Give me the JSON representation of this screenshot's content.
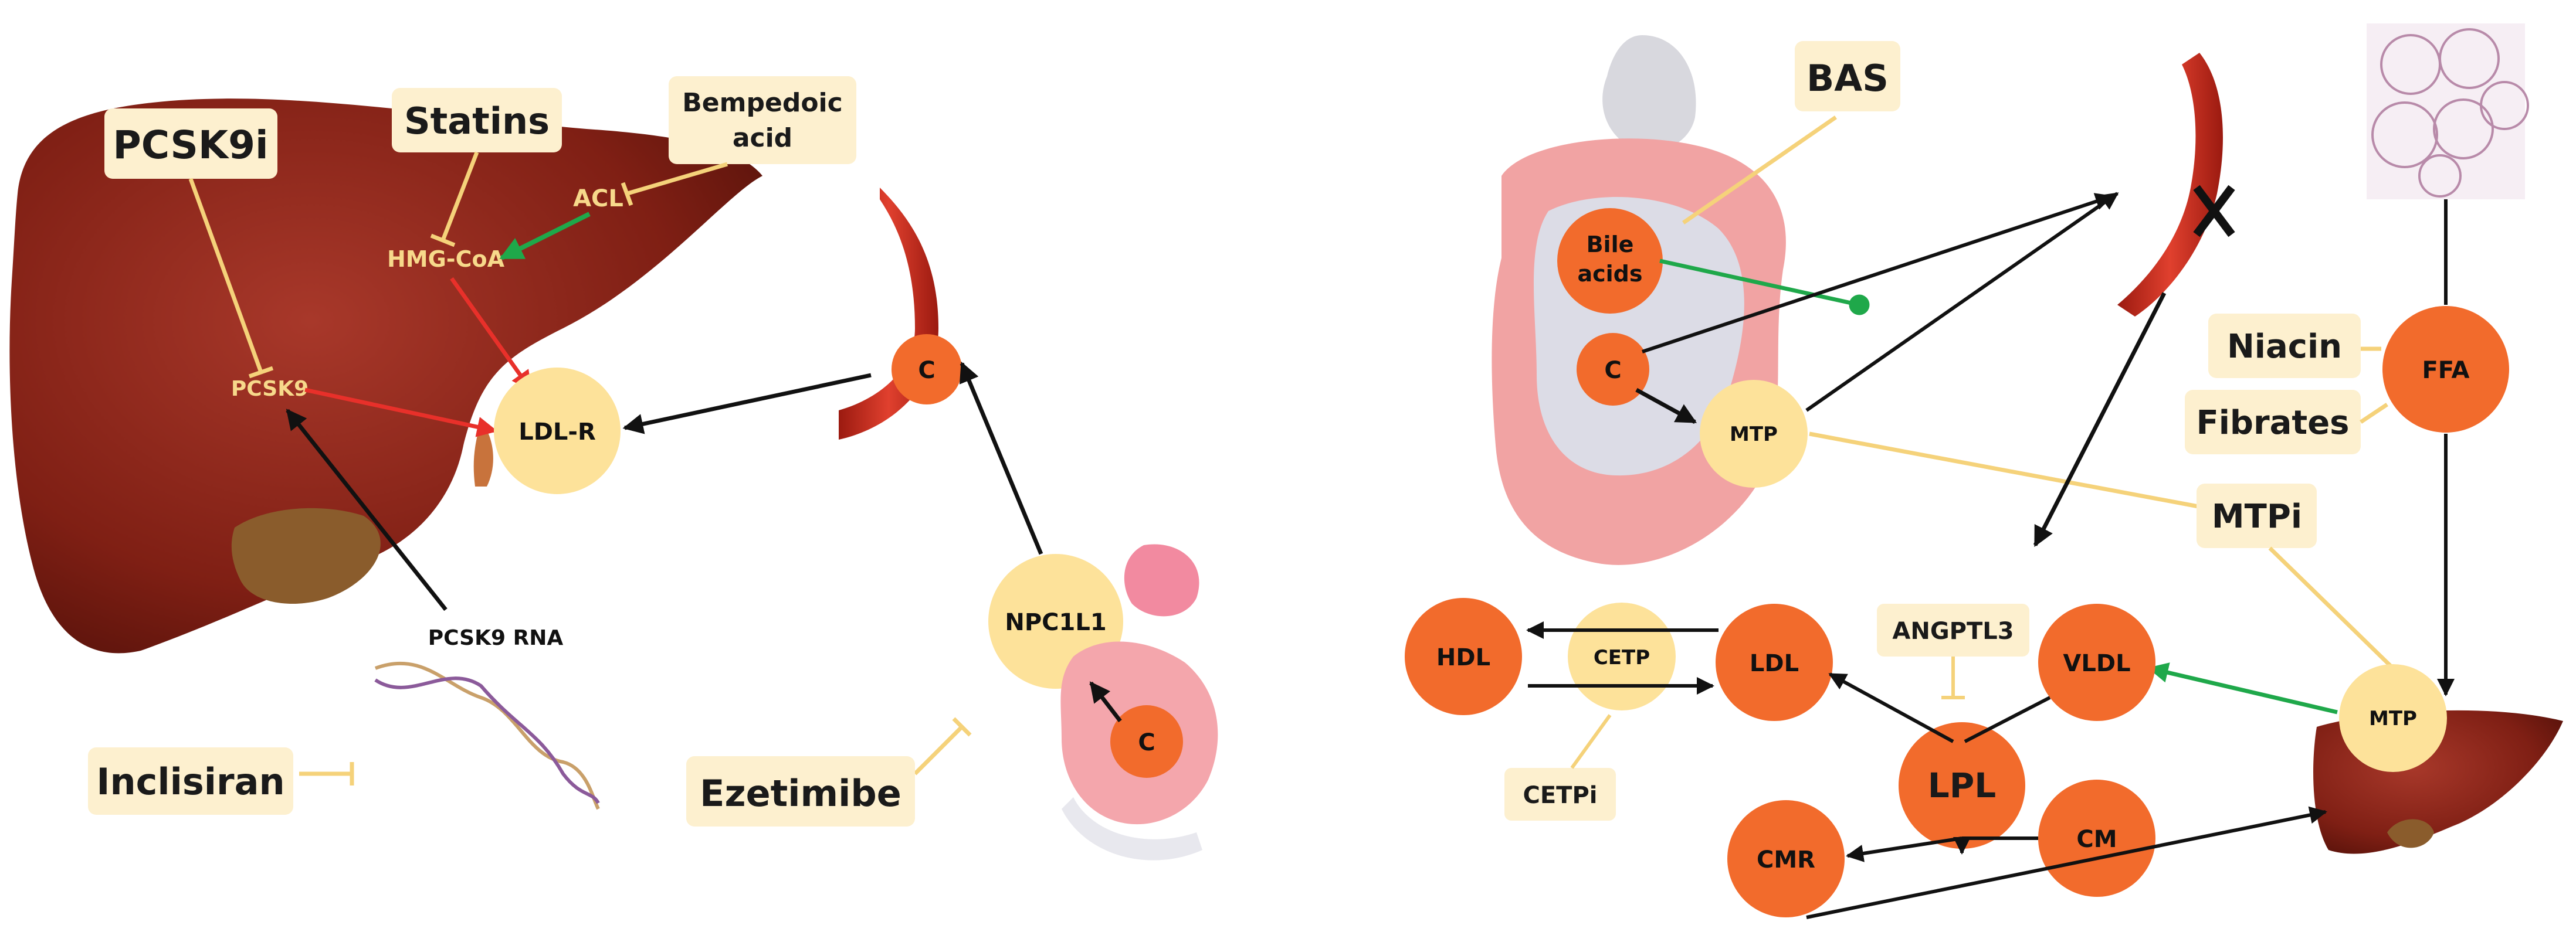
{
  "drugs": {
    "pcsk9i": "PCSK9i",
    "statins": "Statins",
    "bempedoic_line1": "Bempedoic",
    "bempedoic_line2": "acid",
    "inclisiran": "Inclisiran",
    "ezetimibe": "Ezetimibe",
    "bas": "BAS",
    "niacin": "Niacin",
    "fibrates": "Fibrates",
    "mtpi": "MTPi",
    "angptl3": "ANGPTL3",
    "cetpi": "CETPi"
  },
  "liver_labels": {
    "acl": "ACL",
    "hmgcoa": "HMG-CoA",
    "pcsk9": "PCSK9"
  },
  "nodes": {
    "ldlr": "LDL-R",
    "c_vessel": "C",
    "npc1l1": "NPC1L1",
    "c_intestine_left": "C",
    "pcsk9_rna": "PCSK9 RNA",
    "bile_line1": "Bile",
    "bile_line2": "acids",
    "c_intestine_right": "C",
    "mtp_intestine": "MTP",
    "ffa": "FFA",
    "mtp_liver": "MTP",
    "hdl": "HDL",
    "cetp": "CETP",
    "ldl": "LDL",
    "vldl": "VLDL",
    "lpl": "LPL",
    "cmr": "CMR",
    "cm": "CM"
  },
  "colors": {
    "inhibition_line": "#f5d27a",
    "red_arrow": "#e8302a",
    "green_arrow": "#1fa84a",
    "black_arrow": "#111111",
    "orange_node": "#f26b2c",
    "yellow_node": "#fde29a",
    "label_box": "#fdf0cf",
    "liver": "#8c2418",
    "vessel": "#c62a1c"
  },
  "icons": [
    "liver-illustration",
    "blood-vessel-illustration",
    "intestine-illustration",
    "rna-helix-illustration",
    "adipose-tissue-illustration",
    "blocked-vessel-x-icon"
  ]
}
